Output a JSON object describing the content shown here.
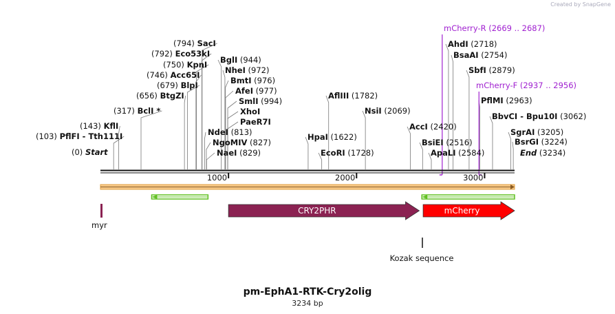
{
  "credit": "Created by SnapGene",
  "plasmid": {
    "name": "pm-EphA1-RTK-Cry2olig",
    "size_label": "3234 bp",
    "length": 3234
  },
  "scale_ticks": [
    {
      "pos": 1000,
      "label": "1000"
    },
    {
      "pos": 2000,
      "label": "2000"
    },
    {
      "pos": 3000,
      "label": "3000"
    }
  ],
  "sites": [
    {
      "name": "Start",
      "pos_label": "(0)",
      "pos": 0,
      "italic": true
    },
    {
      "name": "PflFI - Tth111I",
      "pos_label": "(103)",
      "pos": 103
    },
    {
      "name": "KflI",
      "pos_label": "(143)",
      "pos": 143
    },
    {
      "name": "BclI *",
      "pos_label": "(317)",
      "pos": 317
    },
    {
      "name": "BtgZI",
      "pos_label": "(656)",
      "pos": 656
    },
    {
      "name": "BlpI",
      "pos_label": "(679)",
      "pos": 679
    },
    {
      "name": "Acc65I",
      "pos_label": "(746)",
      "pos": 746
    },
    {
      "name": "KpnI",
      "pos_label": "(750)",
      "pos": 750
    },
    {
      "name": "Eco53kI",
      "pos_label": "(792)",
      "pos": 792
    },
    {
      "name": "SacI",
      "pos_label": "(794)",
      "pos": 794
    },
    {
      "name": "NdeI",
      "pos_label": "(813)",
      "pos": 813
    },
    {
      "name": "NgoMIV",
      "pos_label": "(827)",
      "pos": 827
    },
    {
      "name": "NaeI",
      "pos_label": "(829)",
      "pos": 829
    },
    {
      "name": "BglI",
      "pos_label": "(944)",
      "pos": 944
    },
    {
      "name": "NheI",
      "pos_label": "(972)",
      "pos": 972
    },
    {
      "name": "BmtI",
      "pos_label": "(976)",
      "pos": 976
    },
    {
      "name": "AfeI",
      "pos_label": "(977)",
      "pos": 977
    },
    {
      "name": "SmlI",
      "pos_label": "(994)",
      "pos": 994
    },
    {
      "name": "XhoI",
      "pos_label": "",
      "pos": 994
    },
    {
      "name": "PaeR7I",
      "pos_label": "",
      "pos": 994
    },
    {
      "name": "HpaI",
      "pos_label": "(1622)",
      "pos": 1622
    },
    {
      "name": "EcoRI",
      "pos_label": "(1728)",
      "pos": 1728
    },
    {
      "name": "AflIII",
      "pos_label": "(1782)",
      "pos": 1782
    },
    {
      "name": "NsiI",
      "pos_label": "(2069)",
      "pos": 2069
    },
    {
      "name": "AccI",
      "pos_label": "(2420)",
      "pos": 2420
    },
    {
      "name": "BsiEI",
      "pos_label": "(2516)",
      "pos": 2516
    },
    {
      "name": "ApaLI",
      "pos_label": "(2584)",
      "pos": 2584
    },
    {
      "name": "AhdI",
      "pos_label": "(2718)",
      "pos": 2718
    },
    {
      "name": "BsaAI",
      "pos_label": "(2754)",
      "pos": 2754
    },
    {
      "name": "SbfI",
      "pos_label": "(2879)",
      "pos": 2879
    },
    {
      "name": "PflMI",
      "pos_label": "(2963)",
      "pos": 2963
    },
    {
      "name": "BbvCI - Bpu10I",
      "pos_label": "(3062)",
      "pos": 3062
    },
    {
      "name": "SgrAI",
      "pos_label": "(3205)",
      "pos": 3205
    },
    {
      "name": "BsrGI",
      "pos_label": "(3224)",
      "pos": 3224
    },
    {
      "name": "End",
      "pos_label": "(3234)",
      "pos": 3234,
      "italic": true
    }
  ],
  "primers": [
    {
      "name": "mCherry-R",
      "range_label": "(2669 .. 2687)",
      "start": 2669,
      "end": 2687,
      "color": "#a020d0"
    },
    {
      "name": "mCherry-F",
      "range_label": "(2937 .. 2956)",
      "start": 2937,
      "end": 2956,
      "color": "#a020d0"
    }
  ],
  "features": [
    {
      "name": "myr",
      "start": 0,
      "end": 12,
      "direction": "none",
      "color": "#8b2252"
    },
    {
      "name": "CRY2PHR",
      "start": 1000,
      "end": 2490,
      "direction": "forward",
      "color": "#8b2252"
    },
    {
      "name": "mCherry",
      "start": 2520,
      "end": 3234,
      "direction": "forward",
      "color": "#ff0000"
    },
    {
      "name": "Kozak sequence",
      "start": 2512,
      "end": 2518,
      "direction": "none",
      "color": "#000000"
    }
  ],
  "orf_bar": {
    "start": 0,
    "end": 3234,
    "color": "#f7c98a"
  },
  "green_arrows": [
    {
      "start": 400,
      "end": 840,
      "direction": "reverse",
      "color": "#60c020"
    },
    {
      "start": 2510,
      "end": 3234,
      "direction": "reverse",
      "color": "#60c020"
    }
  ]
}
